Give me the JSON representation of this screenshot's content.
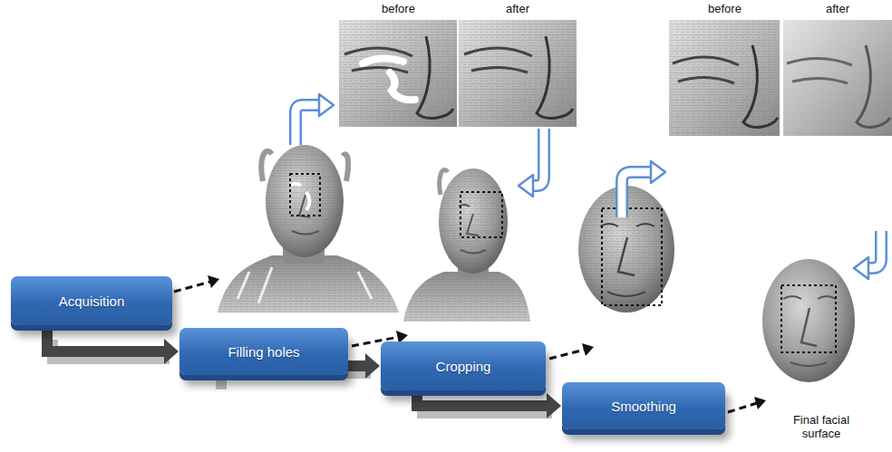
{
  "diagram": {
    "nodes": [
      {
        "text": [
          "Acquisition"
        ]
      },
      {
        "text": [
          "Filling holes"
        ]
      },
      {
        "text": [
          "Cropping"
        ]
      },
      {
        "text": [
          "Smoothing"
        ]
      }
    ],
    "edges": [
      {
        "from": 0,
        "to": 1,
        "arrow": "to"
      },
      {
        "from": 1,
        "to": 2,
        "arrow": "to"
      },
      {
        "from": 2,
        "to": 3,
        "arrow": "to"
      }
    ],
    "labels": [
      "before",
      "after",
      "before",
      "after",
      "Final facial surface"
    ]
  }
}
